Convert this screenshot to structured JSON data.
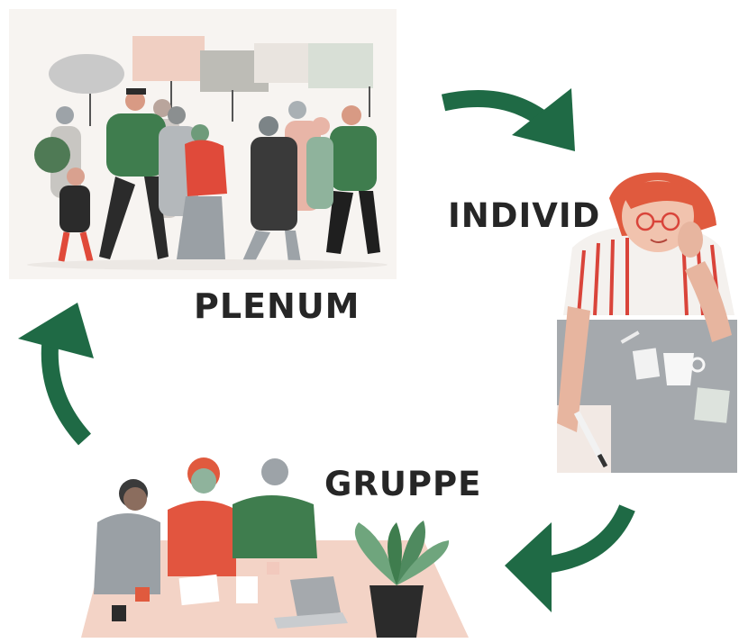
{
  "labels": {
    "plenum": "PLENUM",
    "individ": "INDIVID",
    "gruppe": "GRUPPE"
  },
  "colors": {
    "arrow": "#1f6a45",
    "text": "#262626",
    "red": "#e04a3a",
    "green": "#3f7d4e",
    "grey": "#9da3a8",
    "pink": "#f2c9bd"
  },
  "scenes": [
    "crowd-march-illustration",
    "woman-at-desk-illustration",
    "group-table-illustration"
  ]
}
